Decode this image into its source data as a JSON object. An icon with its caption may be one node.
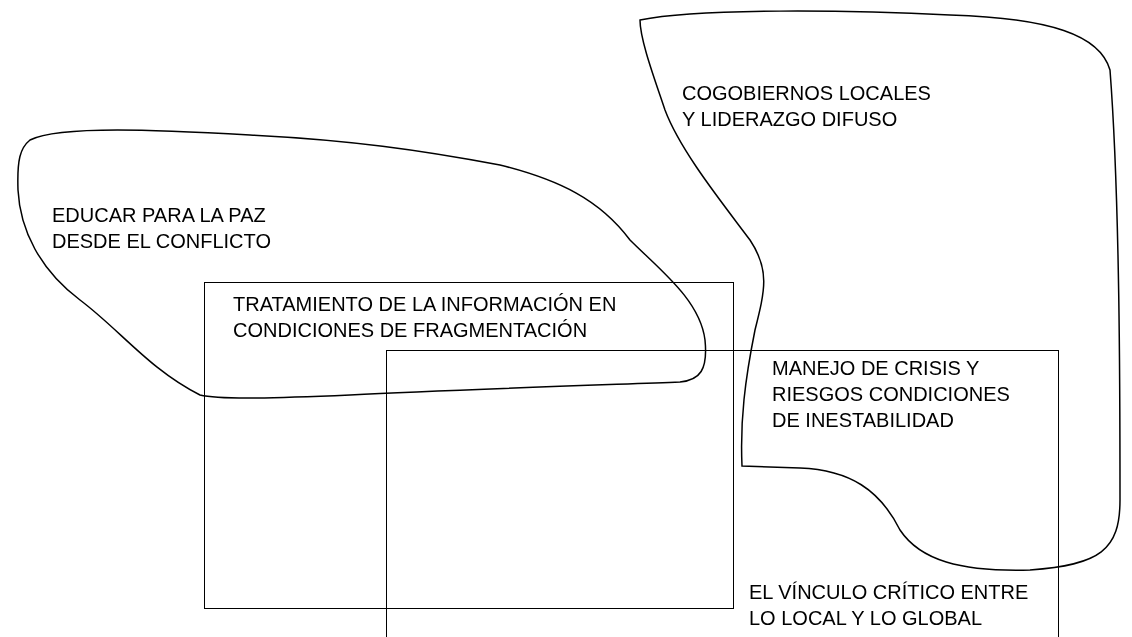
{
  "diagram": {
    "nodes": [
      {
        "text": [
          "EDUCAR PARA LA PAZ DESDE EL CONFLICTO"
        ]
      },
      {
        "text": [
          "COGOBIERNOS LOCALES Y LIDERAZGO DIFUSO"
        ]
      },
      {
        "text": [
          "TRATAMIENTO DE LA INFORMACIÓN EN CONDICIONES DE FRAGMENTACIÓN"
        ]
      },
      {
        "text": [
          "EL VÍNCULO CRÍTICO ENTRE LO LOCAL Y LO GLOBAL"
        ]
      }
    ],
    "labels": [
      "MANEJO DE CRISIS Y RIESGOS CONDICIONES DE INESTABILIDAD"
    ]
  }
}
